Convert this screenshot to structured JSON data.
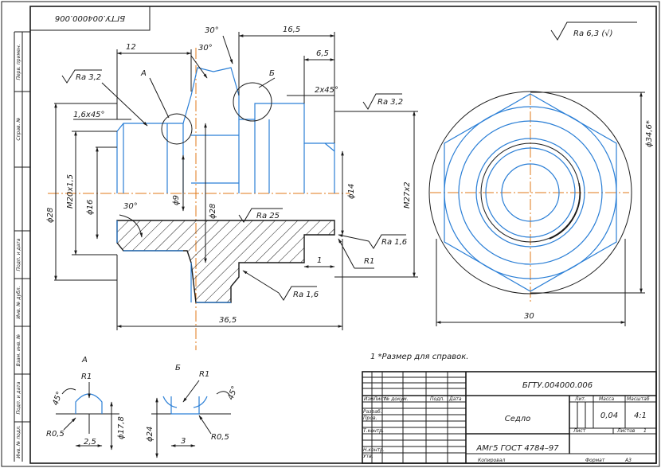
{
  "stamp_top": "БГТУ.004000.006",
  "roughness_general": "Ra 6,3 (√)",
  "side_labels": [
    "Перв. примен.",
    "Справ. №",
    "Подп. и дата",
    "Инв. № дубл.",
    "Взам. инв. №",
    "Подп. и дата",
    "Инв. № подл."
  ],
  "dims": {
    "d12": "12",
    "d30a": "30°",
    "d30b": "30°",
    "d16_5": "16,5",
    "d6_5": "6,5",
    "ch2": "2x45°",
    "ch16": "1,6x45°",
    "ra32a": "Ra 3,2",
    "ra32b": "Ra 3,2",
    "ra25": "Ra 25",
    "ra16a": "Ra 1,6",
    "ra16b": "Ra 1,6",
    "m20": "M20x1,5",
    "d16": "ϕ16",
    "d9": "ϕ9",
    "d28a": "ϕ28",
    "d28b": "ϕ28",
    "d14": "ϕ14",
    "m27": "M27x2",
    "a30": "30°",
    "r1": "R1",
    "one": "1",
    "d36_5": "36,5",
    "d30": "30",
    "d34_6": "ϕ34,6*"
  },
  "view_labels": {
    "a": "А",
    "b": "Б"
  },
  "detail_a": {
    "title": "А",
    "r1": "R1",
    "r05": "R0,5",
    "a45": "45°",
    "w": "2,5",
    "d": "ϕ17,8"
  },
  "detail_b": {
    "title": "Б",
    "r1": "R1",
    "r05": "R0,5",
    "a45": "45°",
    "w": "3",
    "d": "ϕ24"
  },
  "note": "1  *Размер для справок.",
  "title_block": {
    "code": "БГТУ.004000.006",
    "name": "Седло",
    "material": "АМг5 ГОСТ 4784–97",
    "col_headers": [
      "Изм",
      "Лист",
      "№ докум.",
      "Подп.",
      "Дата"
    ],
    "rows": [
      "Разраб.",
      "Пров.",
      "Т.контр.",
      "",
      "Н.контр.",
      "Утв."
    ],
    "lit": "Лит.",
    "mass_label": "Масса",
    "scale_label": "Масштаб",
    "mass": "0,04",
    "scale": "4:1",
    "sheet_label": "Лист",
    "sheets_label": "Листов",
    "sheets": "1",
    "copied": "Копировал",
    "format": "Формат",
    "format_val": "A3"
  }
}
